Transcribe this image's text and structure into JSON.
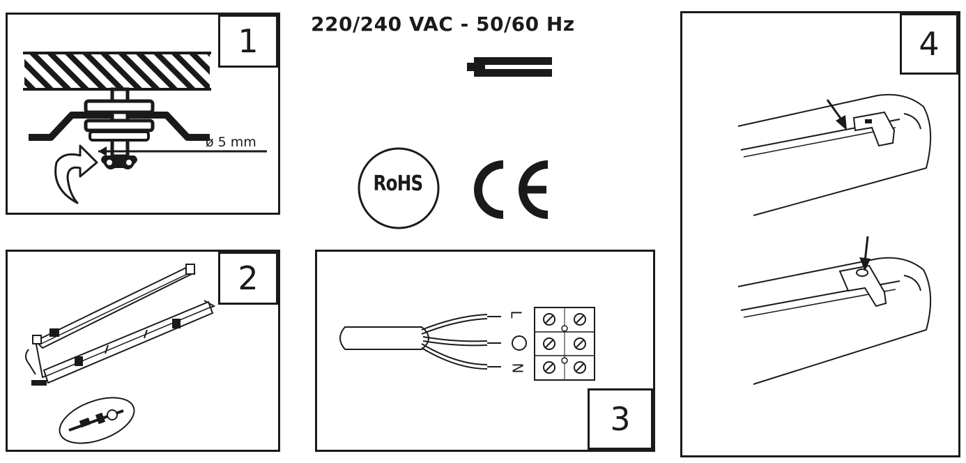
{
  "header": {
    "voltage": "220/240 VAC - 50/60 Hz"
  },
  "symbols": {
    "rohs": "RoHS",
    "ce": "CE"
  },
  "panels": [
    {
      "step": "1",
      "annotation": "ø 5 mm"
    },
    {
      "step": "2"
    },
    {
      "step": "3",
      "terminal_labels": [
        "L",
        "N"
      ]
    },
    {
      "step": "4"
    }
  ],
  "colors": {
    "ink": "#1a1a1a",
    "background": "#ffffff"
  }
}
